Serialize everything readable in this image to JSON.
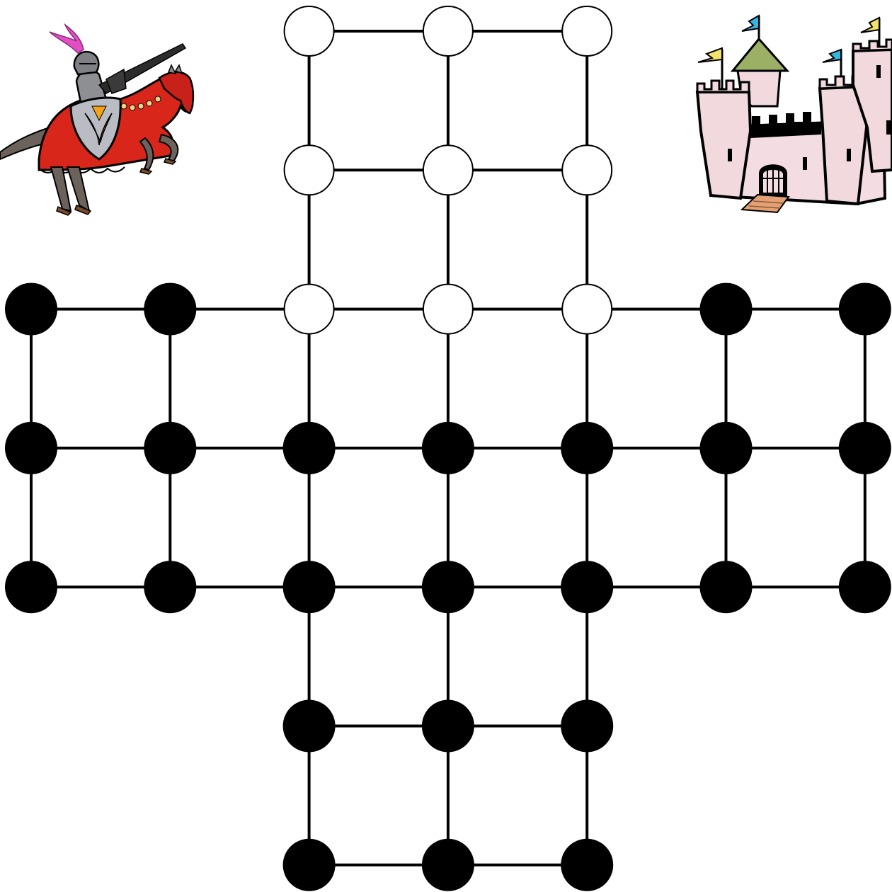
{
  "game": {
    "board_layout": "cross",
    "rows": 7,
    "cols": 7,
    "peg_states": [
      [
        "none",
        "none",
        "empty",
        "empty",
        "empty",
        "none",
        "none"
      ],
      [
        "none",
        "none",
        "empty",
        "empty",
        "empty",
        "none",
        "none"
      ],
      [
        "black",
        "black",
        "empty",
        "empty",
        "empty",
        "black",
        "black"
      ],
      [
        "black",
        "black",
        "black",
        "black",
        "black",
        "black",
        "black"
      ],
      [
        "black",
        "black",
        "black",
        "black",
        "black",
        "black",
        "black"
      ],
      [
        "none",
        "none",
        "black",
        "black",
        "black",
        "none",
        "none"
      ],
      [
        "none",
        "none",
        "black",
        "black",
        "black",
        "none",
        "none"
      ]
    ],
    "colors": {
      "background": "#ffffff",
      "line": "#000000",
      "peg_filled": "#000000",
      "hole_empty": "#ffffff"
    },
    "illustrations": {
      "top_left": "knight-on-horse-icon",
      "top_right": "castle-icon"
    }
  }
}
